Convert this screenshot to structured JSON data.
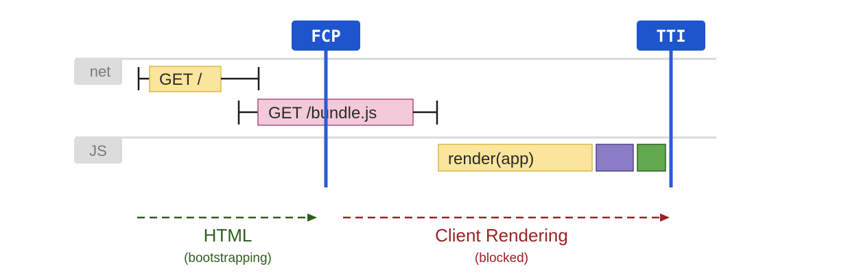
{
  "lanes": {
    "net": "net",
    "js": "JS"
  },
  "requests": [
    {
      "label": "GET /"
    },
    {
      "label": "GET /bundle.js"
    }
  ],
  "js_tasks": {
    "render_label": "render(app)"
  },
  "markers": {
    "fcp": "FCP",
    "tti": "TTI"
  },
  "phases": {
    "html": {
      "title": "HTML",
      "subtitle": "(bootstrapping)"
    },
    "client": {
      "title": "Client Rendering",
      "subtitle": "(blocked)"
    }
  },
  "colors": {
    "marker_blue": "#1f55cc",
    "request_get_fill": "#fbe49c",
    "request_get_stroke": "#d9b94a",
    "request_bundle_fill": "#f3cad9",
    "request_bundle_stroke": "#b04e7d",
    "render_fill": "#fbe49c",
    "task_purple": "#8c7cc8",
    "task_green": "#62a84e",
    "html_phase": "#2f5e1f",
    "client_phase": "#9b2222"
  }
}
